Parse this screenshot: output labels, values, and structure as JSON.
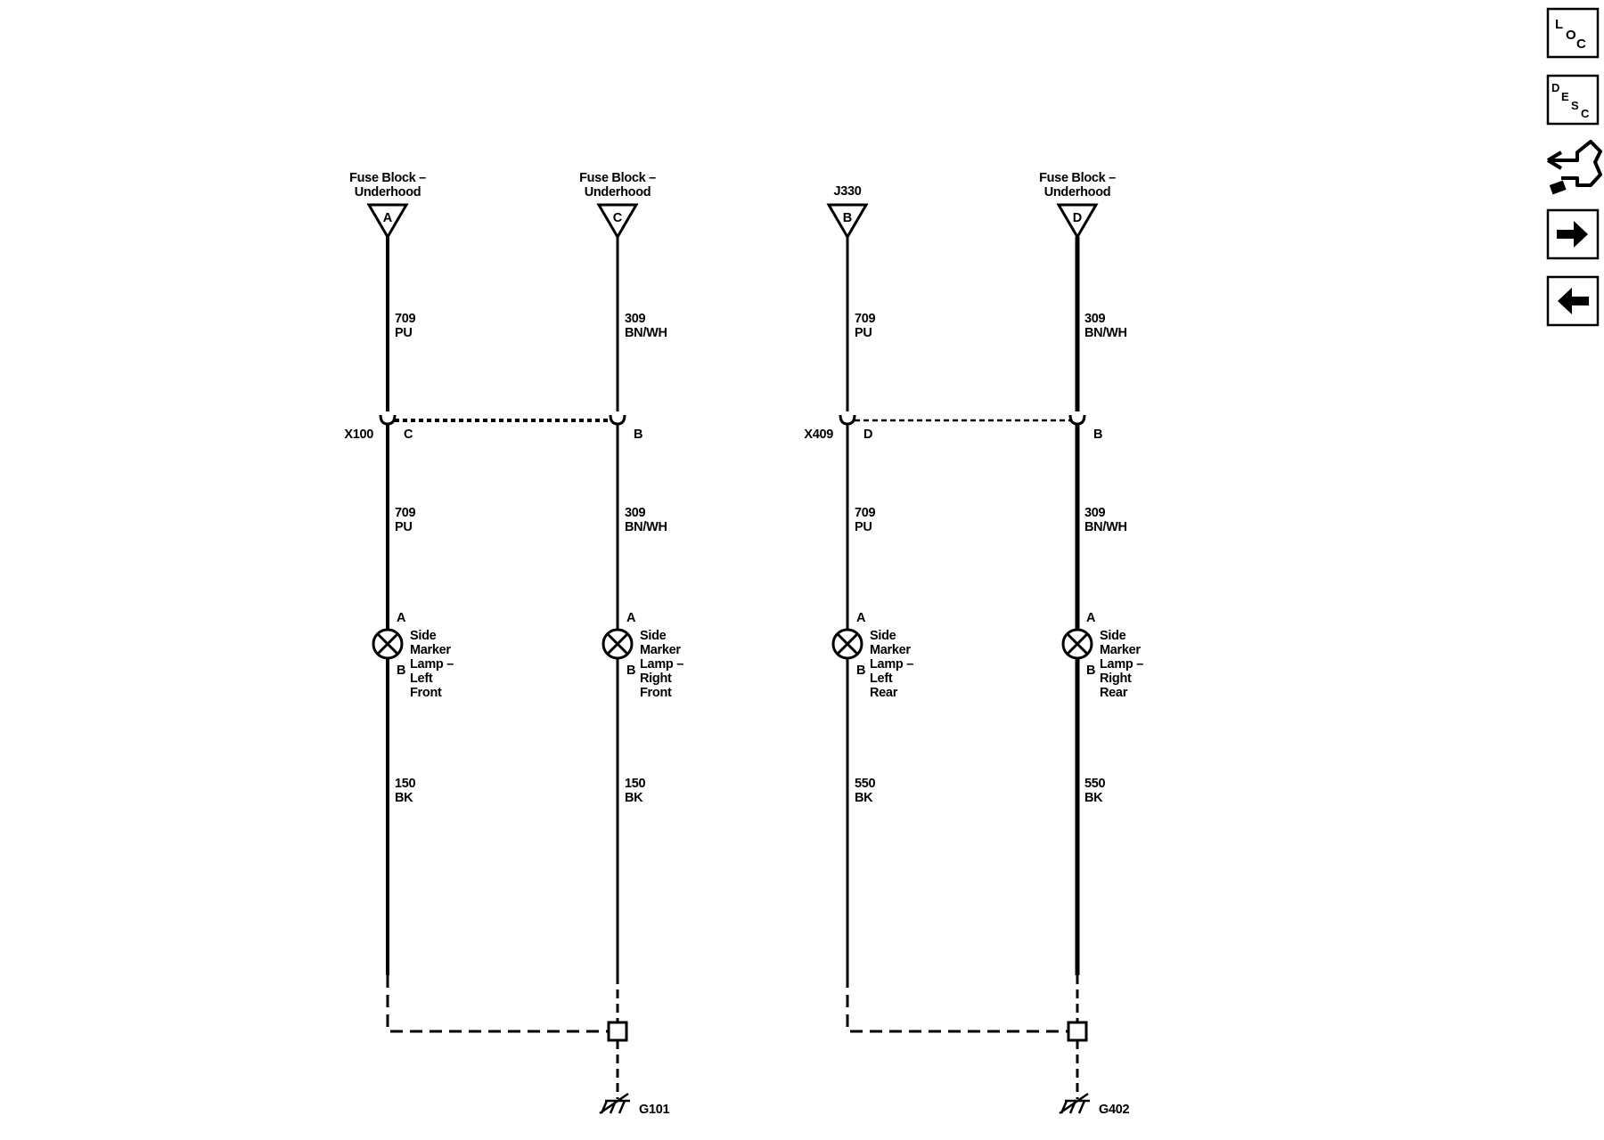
{
  "circuits": [
    {
      "source_line1": "Fuse Block –",
      "source_line2": "Underhood",
      "source_pin": "A",
      "upper_wire_num": "709",
      "upper_wire_color": "PU",
      "connector_name": "X100",
      "connector_pin": "C",
      "lower_wire_num": "709",
      "lower_wire_color": "PU",
      "lamp_pin_top": "A",
      "lamp_pin_bottom": "B",
      "lamp_label": [
        "Side",
        "Marker",
        "Lamp –",
        "Left",
        "Front"
      ],
      "ground_wire_num": "150",
      "ground_wire_color": "BK"
    },
    {
      "source_line1": "Fuse Block –",
      "source_line2": "Underhood",
      "source_pin": "C",
      "upper_wire_num": "309",
      "upper_wire_color": "BN/WH",
      "connector_name": "",
      "connector_pin": "B",
      "lower_wire_num": "309",
      "lower_wire_color": "BN/WH",
      "lamp_pin_top": "A",
      "lamp_pin_bottom": "B",
      "lamp_label": [
        "Side",
        "Marker",
        "Lamp –",
        "Right",
        "Front"
      ],
      "ground_wire_num": "150",
      "ground_wire_color": "BK"
    },
    {
      "source_line1": "",
      "source_line2": "J330",
      "source_pin": "B",
      "upper_wire_num": "709",
      "upper_wire_color": "PU",
      "connector_name": "X409",
      "connector_pin": "D",
      "lower_wire_num": "709",
      "lower_wire_color": "PU",
      "lamp_pin_top": "A",
      "lamp_pin_bottom": "B",
      "lamp_label": [
        "Side",
        "Marker",
        "Lamp –",
        "Left",
        "Rear"
      ],
      "ground_wire_num": "550",
      "ground_wire_color": "BK"
    },
    {
      "source_line1": "Fuse Block –",
      "source_line2": "Underhood",
      "source_pin": "D",
      "upper_wire_num": "309",
      "upper_wire_color": "BN/WH",
      "connector_name": "",
      "connector_pin": "B",
      "lower_wire_num": "309",
      "lower_wire_color": "BN/WH",
      "lamp_pin_top": "A",
      "lamp_pin_bottom": "B",
      "lamp_label": [
        "Side",
        "Marker",
        "Lamp –",
        "Right",
        "Rear"
      ],
      "ground_wire_num": "550",
      "ground_wire_color": "BK"
    }
  ],
  "grounds": [
    "G101",
    "G402"
  ],
  "nav": {
    "loc": {
      "l": "L",
      "o": "O",
      "c": "C"
    },
    "desc": {
      "d": "D",
      "e": "E",
      "s": "S",
      "c": "C"
    },
    "icons": [
      "loc-icon",
      "desc-icon",
      "harness-icon",
      "next-arrow-icon",
      "prev-arrow-icon"
    ]
  }
}
